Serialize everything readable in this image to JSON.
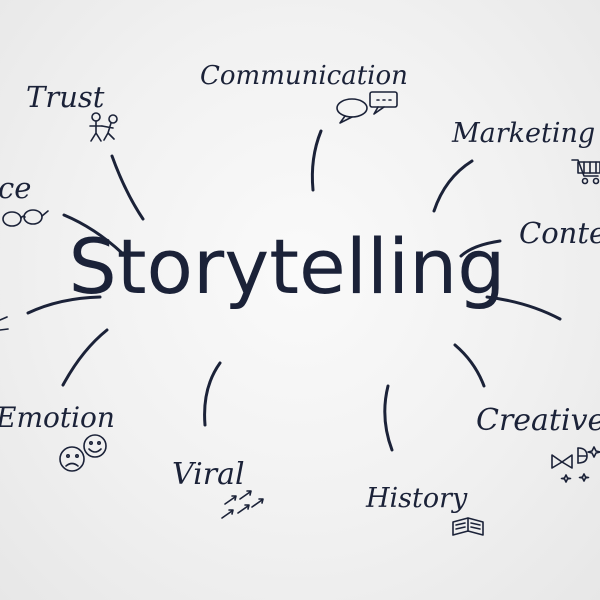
{
  "center": {
    "label": "Storytelling"
  },
  "nodes": [
    {
      "id": "communication",
      "label": "Communication",
      "icon": "speech-bubbles-icon"
    },
    {
      "id": "marketing",
      "label": "Marketing",
      "icon": "shopping-cart-icon"
    },
    {
      "id": "content",
      "label": "Content",
      "icon": ""
    },
    {
      "id": "creative",
      "label": "Creative",
      "icon": "bow-sparkle-icon"
    },
    {
      "id": "history",
      "label": "History",
      "icon": "open-book-icon"
    },
    {
      "id": "viral",
      "label": "Viral",
      "icon": "scatter-arrows-icon"
    },
    {
      "id": "emotion",
      "label": "Emotion",
      "icon": "sad-happy-faces-icon"
    },
    {
      "id": "experience",
      "label": "ce",
      "icon": "glasses-icon"
    },
    {
      "id": "trust",
      "label": "Trust",
      "icon": "two-figures-icon"
    }
  ],
  "colors": {
    "ink": "#1b2238",
    "background": "#f3f3f3"
  }
}
